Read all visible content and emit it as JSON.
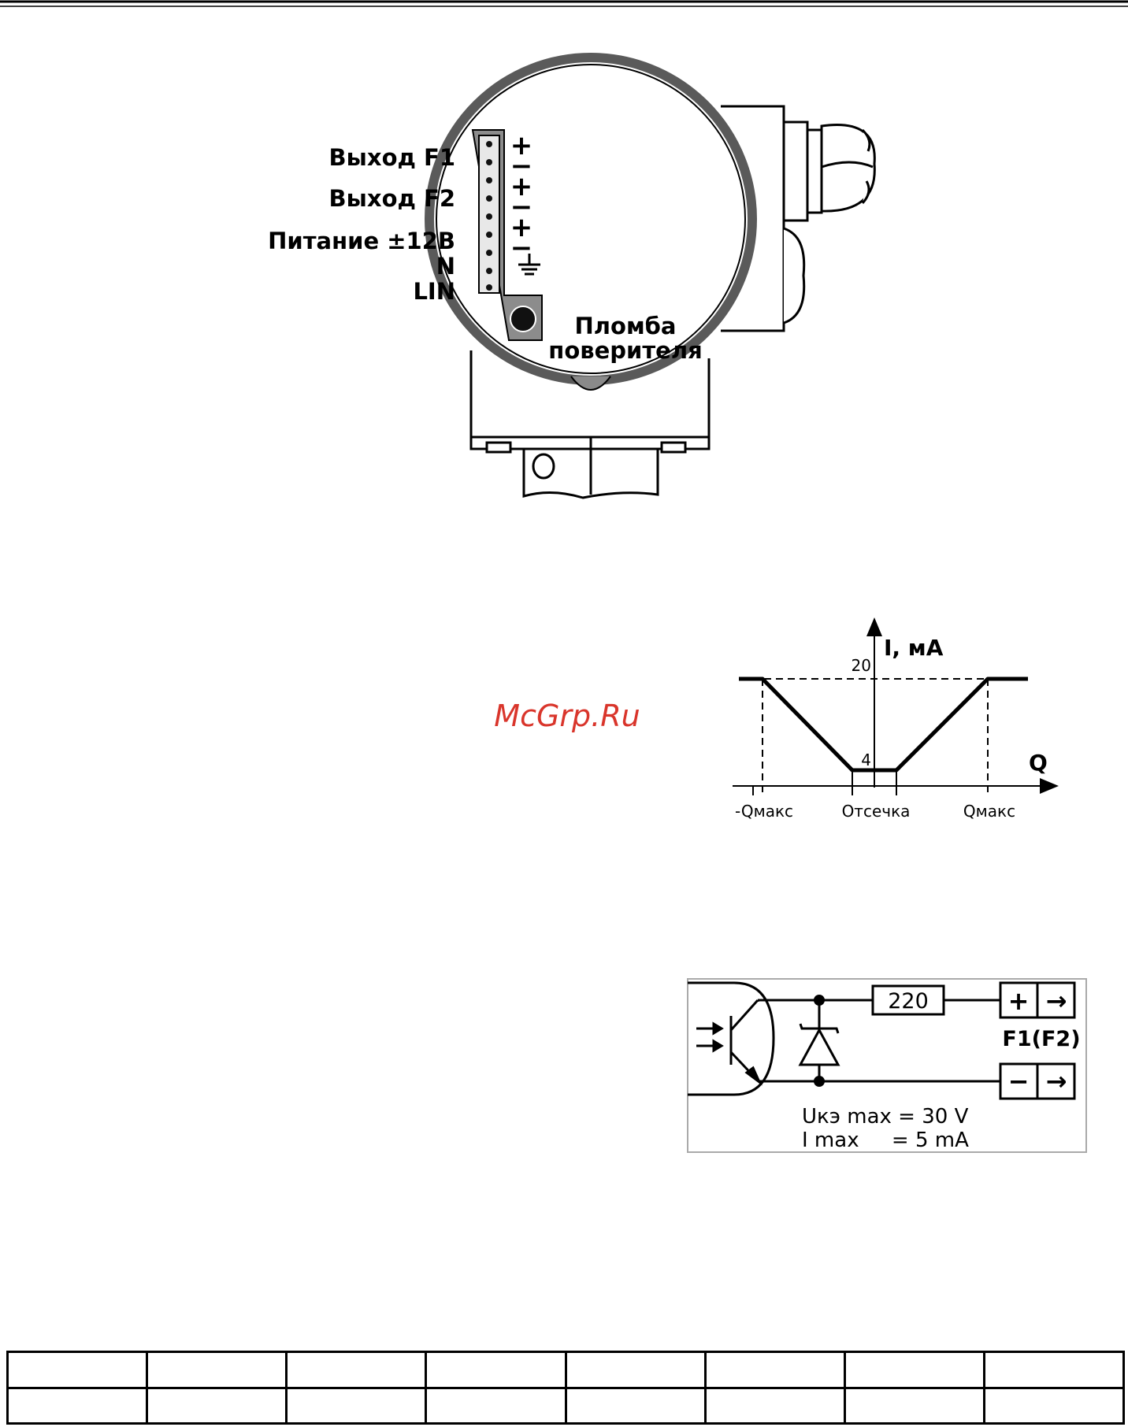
{
  "terminal_diagram": {
    "labels": {
      "out_f1": "Выход F1",
      "out_f2": "Выход F2",
      "power": "Питание ±12В",
      "n": "N",
      "lin": "LIN",
      "seal_line1": "Пломба",
      "seal_line2": "поверителя"
    },
    "polarity_marks": [
      "+",
      "−",
      "+",
      "−",
      "+",
      "−"
    ]
  },
  "current_graph": {
    "y_axis_label": "I, мА",
    "x_axis_label": "Q",
    "y_tick_top": "20",
    "y_tick_bottom": "4",
    "x_label_left": "-Qмакс",
    "x_label_center": "Отсечка",
    "x_label_right": "Qмакс"
  },
  "output_circuit": {
    "resistor": "220",
    "plus_terminal": "+",
    "minus_terminal": "−",
    "arrow_glyph": "→",
    "channel": "F1(F2)",
    "spec_line1": "Uкэ max = 30 V",
    "spec_line2": "I max     = 5 mA"
  },
  "watermark": "McGrp.Ru",
  "colors": {
    "watermark": "#d9352b",
    "housing_gray": "#7a7a7a",
    "terminal_gray": "#8c8c8c"
  },
  "footer_table": {
    "rows": 2,
    "columns": 8
  }
}
